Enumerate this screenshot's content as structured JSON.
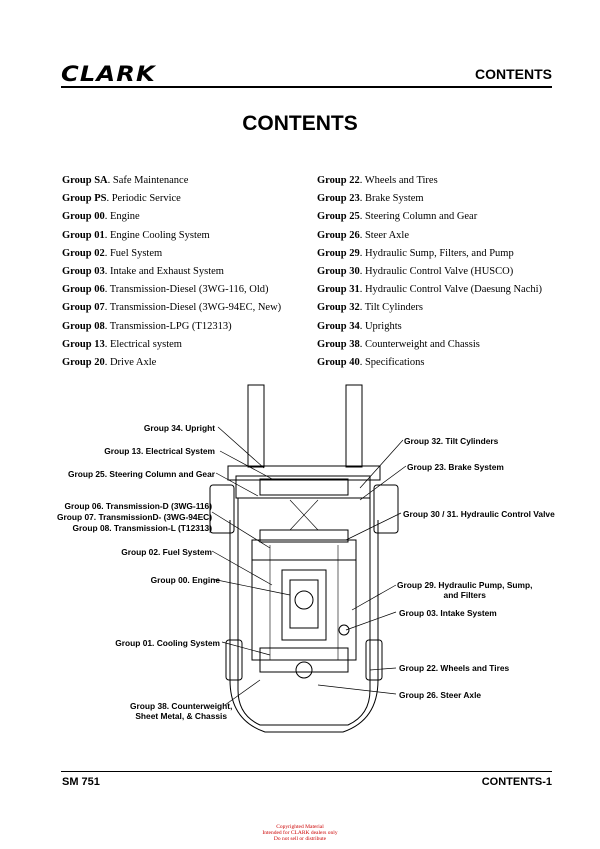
{
  "header": {
    "logo": "CLARK",
    "section": "CONTENTS"
  },
  "title": "CONTENTS",
  "toc_left": [
    {
      "group": "Group SA",
      "name": ". Safe Maintenance"
    },
    {
      "group": "Group PS",
      "name": ". Periodic Service"
    },
    {
      "group": "Group 00",
      "name": ". Engine"
    },
    {
      "group": "Group 01",
      "name": ". Engine Cooling System"
    },
    {
      "group": "Group 02",
      "name": ". Fuel System"
    },
    {
      "group": "Group 03",
      "name": ". Intake and Exhaust System"
    },
    {
      "group": "Group 06",
      "name": ". Transmission-Diesel (3WG-116, Old)"
    },
    {
      "group": "Group 07",
      "name": ". Transmission-Diesel (3WG-94EC, New)"
    },
    {
      "group": "Group 08",
      "name": ". Transmission-LPG (T12313)"
    },
    {
      "group": "Group 13",
      "name": ". Electrical system"
    },
    {
      "group": "Group 20",
      "name": ". Drive Axle"
    }
  ],
  "toc_right": [
    {
      "group": "Group 22",
      "name": ". Wheels and Tires"
    },
    {
      "group": "Group 23",
      "name": ". Brake System"
    },
    {
      "group": "Group 25",
      "name": ". Steering Column and Gear"
    },
    {
      "group": "Group 26",
      "name": ". Steer Axle"
    },
    {
      "group": "Group 29",
      "name": ". Hydraulic Sump, Filters, and Pump"
    },
    {
      "group": "Group 30",
      "name": ". Hydraulic Control Valve (HUSCO)"
    },
    {
      "group": "Group 31",
      "name": ". Hydraulic Control Valve (Daesung Nachi)"
    },
    {
      "group": "Group 32",
      "name": ". Tilt Cylinders"
    },
    {
      "group": "Group 34",
      "name": ". Uprights"
    },
    {
      "group": "Group 38",
      "name": ". Counterweight and Chassis"
    },
    {
      "group": "Group 40",
      "name": ". Specifications"
    }
  ],
  "diagram_labels": {
    "upright": "Group 34. Upright",
    "electrical": "Group 13. Electrical System",
    "steering": "Group 25. Steering Column and Gear",
    "trans_d": "Group 06. Transmission-D (3WG-116)",
    "trans_d2": "Group 07. TransmissionD- (3WG-94EC)",
    "trans_l": "Group 08. Transmission-L (T12313)",
    "fuel": "Group 02. Fuel System",
    "engine": "Group 00. Engine",
    "cooling": "Group 01. Cooling System",
    "counterweight_1": "Group 38. Counterweight,",
    "counterweight_2": "Sheet Metal, & Chassis",
    "tilt": "Group 32. Tilt Cylinders",
    "brake": "Group 23. Brake System",
    "valve": "Group 30 / 31. Hydraulic Control Valve",
    "pump_1": "Group 29. Hydraulic Pump, Sump,",
    "pump_2": "and Filters",
    "intake": "Group 03. Intake System",
    "wheels": "Group 22. Wheels and Tires",
    "steer_axle": "Group 26. Steer Axle"
  },
  "footer": {
    "manual": "SM 751",
    "page": "CONTENTS-1"
  },
  "copyright": [
    "Copyrighted Material",
    "Intended for CLARK dealers only",
    "Do not sell or distribute"
  ]
}
